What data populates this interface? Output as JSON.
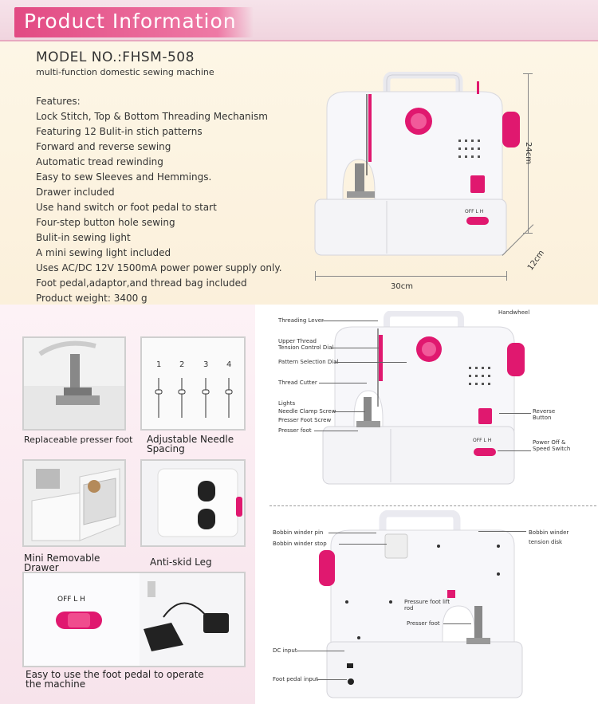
{
  "header": {
    "title": "Product Information"
  },
  "product": {
    "model": "MODEL NO.:FHSM-508",
    "subtitle": "multi-function domestic sewing machine",
    "features_heading": "Features:",
    "features": [
      "Lock Stitch, Top & Bottom Threading Mechanism",
      "Featuring 12 Bulit-in stich patterns",
      "Forward and reverse sewing",
      "Automatic tread rewinding",
      "Easy to sew Sleeves and Hemmings.",
      "Drawer included",
      "Use hand switch or foot pedal to start",
      "Four-step button hole sewing",
      "Bulit-in sewing light",
      "A mini sewing light included",
      "Uses AC/DC 12V 1500mA power power supply only.",
      "Foot pedal,adaptor,and thread bag included",
      "Product weight:  3400 g"
    ]
  },
  "dimensions": {
    "height": "24cm",
    "width": "30cm",
    "depth": "12cm"
  },
  "details": {
    "presser_foot": "Replaceable presser foot",
    "needle_spacing": "Adjustable Needle Spacing",
    "needle_positions": [
      "1",
      "2",
      "3",
      "4"
    ],
    "drawer": "Mini Removable Drawer",
    "anti_skid": "Anti-skid Leg",
    "switch_labels": "OFF  L   H",
    "foot_pedal": "Easy to use the foot pedal to operate the machine"
  },
  "front_labels": {
    "threading_lever": "Threading Lever",
    "upper_thread": "Upper Thread Tension Control Dial",
    "pattern_dial": "Pattern Selection Dial",
    "thread_cutter": "Thread Cutter",
    "lights": "Lights",
    "needle_clamp": "Needle Clamp Screw",
    "presser_foot_screw": "Presser Foot Screw",
    "presser_foot": "Presser foot",
    "handwheel": "Handwheel",
    "reverse_button": "Reverse Button",
    "power_switch": "Power Off & Speed Switch",
    "switch_text": "OFF  L   H"
  },
  "back_labels": {
    "bobbin_pin": "Bobbin winder pin",
    "bobbin_stop": "Bobbin winder stop",
    "bobbin_tension": "Bobbin winder tension disk",
    "pressure_lift": "Pressure foot lift rod",
    "presser_foot": "Presser foot",
    "dc_input": "DC input",
    "foot_pedal_input": "Foot pedal input"
  },
  "colors": {
    "accent": "#e24a83",
    "machine_pink": "#e0186f",
    "machine_white": "#f8f8fa"
  }
}
